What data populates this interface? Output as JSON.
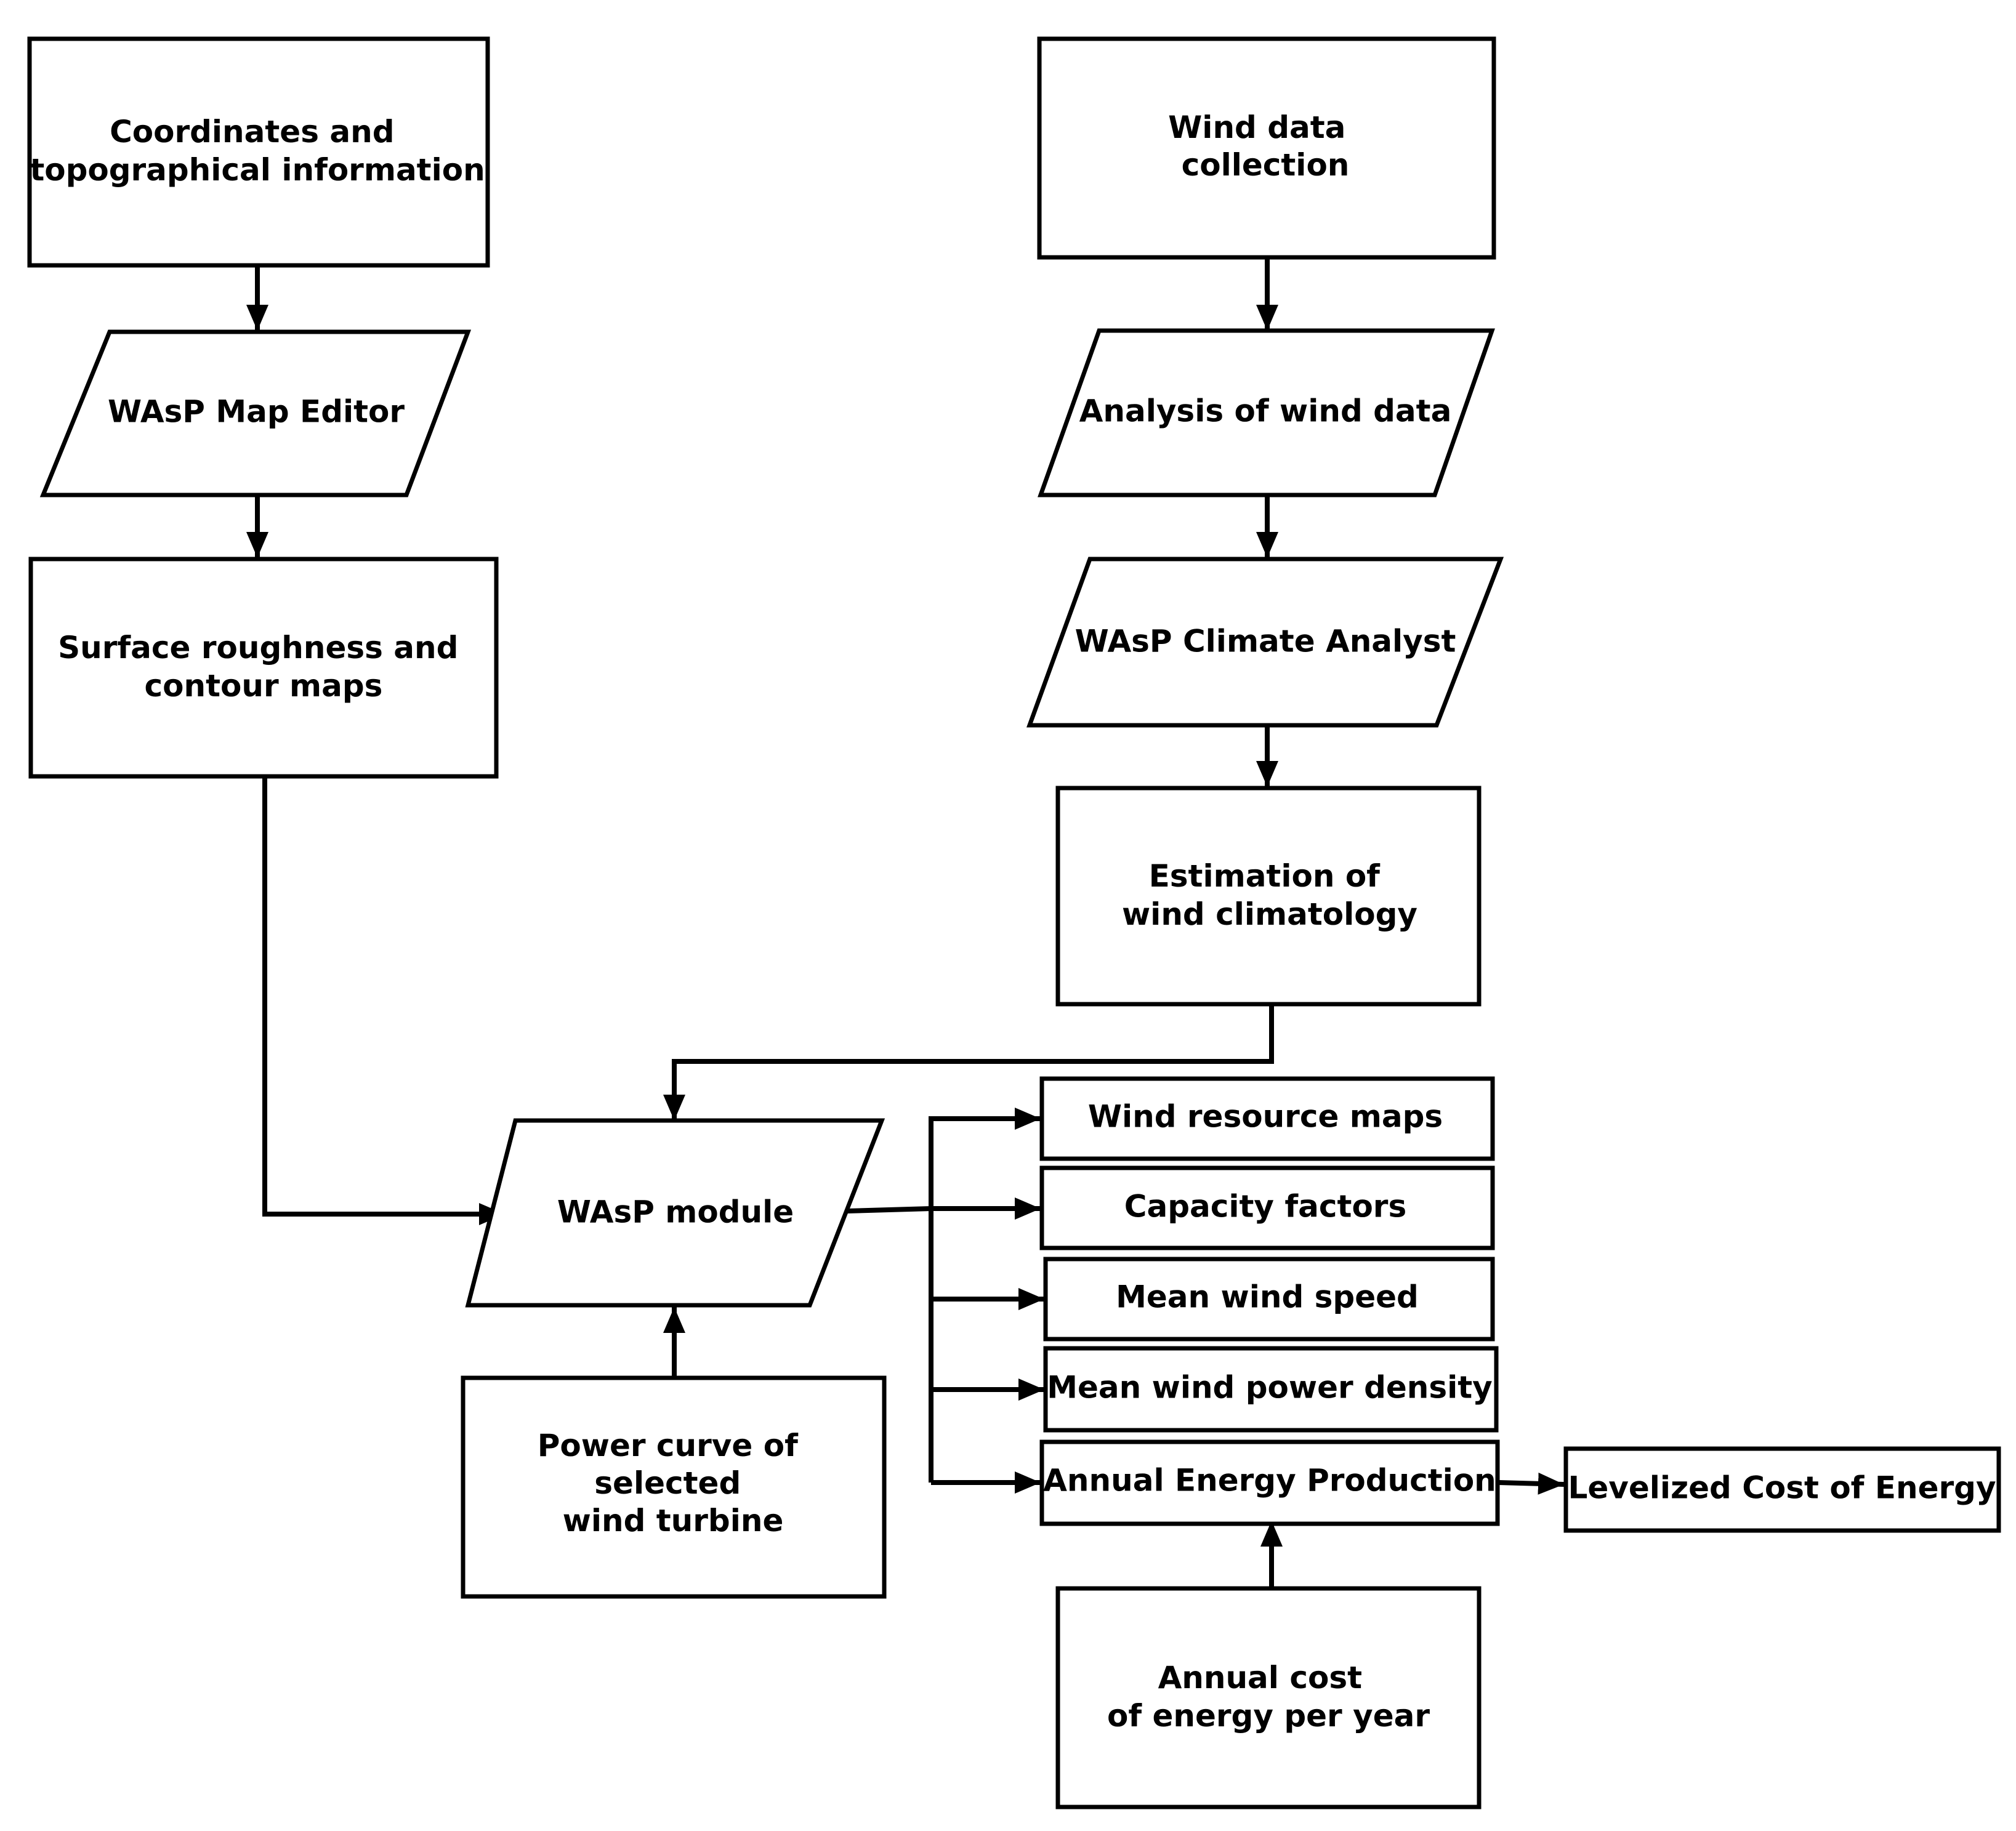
{
  "nodes": {
    "coordinates": {
      "shape": "rectangle",
      "lines": [
        "Coordinates and",
        "topographical information"
      ]
    },
    "map_editor": {
      "shape": "parallelogram",
      "lines": [
        "WAsP Map Editor"
      ]
    },
    "surface_roughness": {
      "shape": "rectangle",
      "lines": [
        "Surface roughness and",
        "contour maps"
      ]
    },
    "wind_data_collection": {
      "shape": "rectangle",
      "lines": [
        "Wind data",
        "collection"
      ]
    },
    "analysis_wind_data": {
      "shape": "parallelogram",
      "lines": [
        "Analysis of wind data"
      ]
    },
    "climate_analyst": {
      "shape": "parallelogram",
      "lines": [
        "WAsP Climate Analyst"
      ]
    },
    "wind_climatology": {
      "shape": "rectangle",
      "lines": [
        "Estimation of",
        "wind climatology"
      ]
    },
    "wasp_module": {
      "shape": "parallelogram",
      "lines": [
        "WAsP module"
      ]
    },
    "power_curve": {
      "shape": "rectangle",
      "lines": [
        "Power curve of",
        "selected",
        "wind turbine"
      ]
    },
    "wind_resource_maps": {
      "shape": "rectangle",
      "lines": [
        "Wind resource maps"
      ]
    },
    "capacity_factors": {
      "shape": "rectangle",
      "lines": [
        "Capacity factors"
      ]
    },
    "mean_wind_speed": {
      "shape": "rectangle",
      "lines": [
        "Mean wind speed"
      ]
    },
    "mean_power_density": {
      "shape": "rectangle",
      "lines": [
        "Mean wind power density"
      ]
    },
    "aep": {
      "shape": "rectangle",
      "lines": [
        "Annual Energy Production"
      ]
    },
    "lcoe": {
      "shape": "rectangle",
      "lines": [
        "Levelized Cost of Energy"
      ]
    },
    "annual_cost": {
      "shape": "rectangle",
      "lines": [
        "Annual cost",
        "of energy per year"
      ]
    }
  },
  "edges": [
    {
      "from": "coordinates",
      "to": "map_editor"
    },
    {
      "from": "map_editor",
      "to": "surface_roughness"
    },
    {
      "from": "surface_roughness",
      "to": "wasp_module"
    },
    {
      "from": "wind_data_collection",
      "to": "analysis_wind_data"
    },
    {
      "from": "analysis_wind_data",
      "to": "climate_analyst"
    },
    {
      "from": "climate_analyst",
      "to": "wind_climatology"
    },
    {
      "from": "wind_climatology",
      "to": "wasp_module"
    },
    {
      "from": "power_curve",
      "to": "wasp_module"
    },
    {
      "from": "wasp_module",
      "to": "wind_resource_maps"
    },
    {
      "from": "wasp_module",
      "to": "capacity_factors"
    },
    {
      "from": "wasp_module",
      "to": "mean_wind_speed"
    },
    {
      "from": "wasp_module",
      "to": "mean_power_density"
    },
    {
      "from": "wasp_module",
      "to": "aep"
    },
    {
      "from": "aep",
      "to": "lcoe"
    },
    {
      "from": "annual_cost",
      "to": "aep"
    }
  ]
}
